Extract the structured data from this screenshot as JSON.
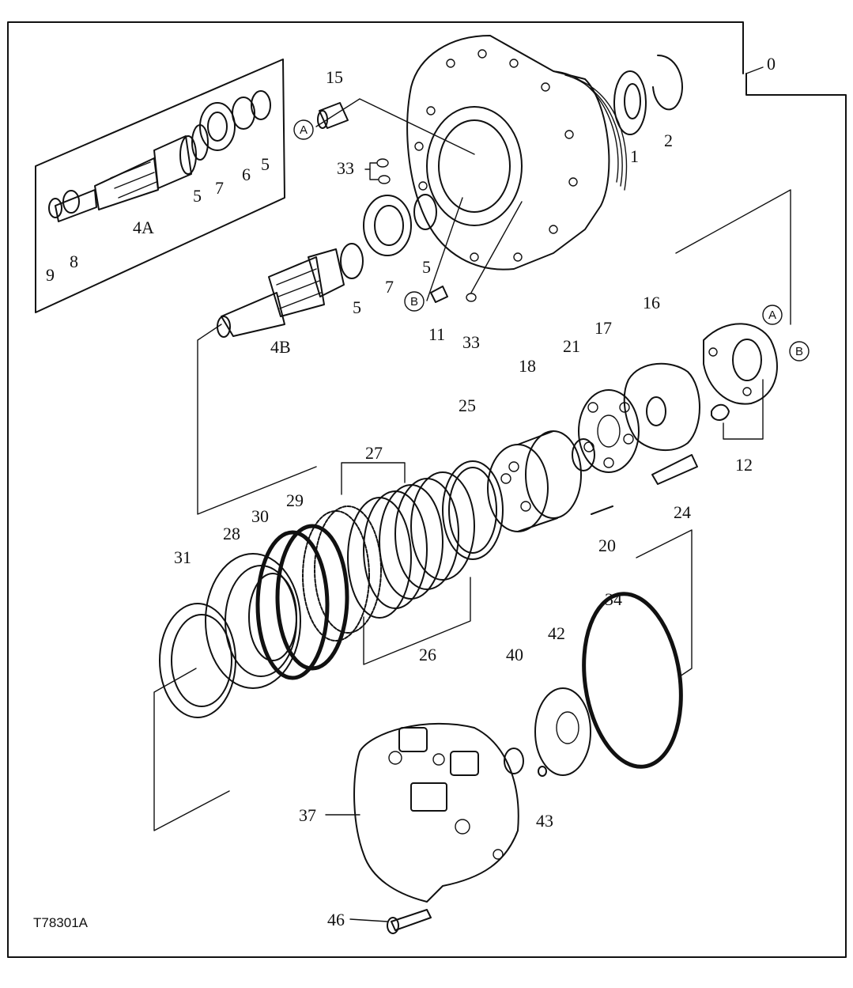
{
  "diagram": {
    "figure_code": "T78301A",
    "part_labels": {
      "p0": "0",
      "p1": "1",
      "p2": "2",
      "p4A": "4A",
      "p4B": "4B",
      "p5a": "5",
      "p5b": "5",
      "p5c": "5",
      "p5d": "5",
      "p6": "6",
      "p7a": "7",
      "p7b": "7",
      "p8": "8",
      "p9": "9",
      "p11": "11",
      "p12": "12",
      "p15": "15",
      "p16": "16",
      "p17": "17",
      "p18": "18",
      "p20": "20",
      "p21": "21",
      "p24": "24",
      "p25": "25",
      "p26": "26",
      "p27": "27",
      "p28": "28",
      "p29": "29",
      "p30": "30",
      "p31": "31",
      "p33a": "33",
      "p33b": "33",
      "p34": "34",
      "p37": "37",
      "p40": "40",
      "p42": "42",
      "p43": "43",
      "p46": "46"
    },
    "callouts": {
      "A": "A",
      "B": "B"
    }
  }
}
